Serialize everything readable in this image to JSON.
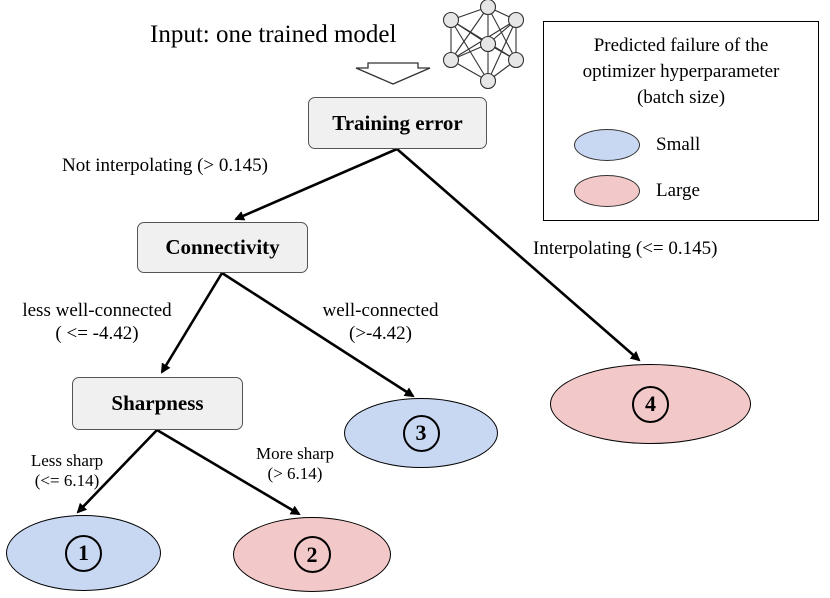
{
  "input": {
    "text": "Input: one trained model",
    "icon": "neural-network-icon"
  },
  "nodes": {
    "training_error": "Training error",
    "connectivity": "Connectivity",
    "sharpness": "Sharpness"
  },
  "edges": {
    "not_interpolating": "Not interpolating (> 0.145)",
    "interpolating": "Interpolating (<= 0.145)",
    "less_connected_line1": "less well-connected",
    "less_connected_line2": "( <= -4.42)",
    "well_connected_line1": "well-connected",
    "well_connected_line2": "(>-4.42)",
    "less_sharp_line1": "Less sharp",
    "less_sharp_line2": "(<= 6.14)",
    "more_sharp_line1": "More sharp",
    "more_sharp_line2": "(> 6.14)"
  },
  "leaves": [
    {
      "label": "1",
      "failure": "Small"
    },
    {
      "label": "2",
      "failure": "Large"
    },
    {
      "label": "3",
      "failure": "Small"
    },
    {
      "label": "4",
      "failure": "Large"
    }
  ],
  "legend": {
    "title_line1": "Predicted failure of the",
    "title_line2": "optimizer hyperparameter",
    "title_line3": "(batch size)",
    "items": [
      {
        "label": "Small",
        "color": "#c9d8f2"
      },
      {
        "label": "Large",
        "color": "#f2c8c8"
      }
    ]
  },
  "colors": {
    "small": "#c9d8f2",
    "large": "#f2c8c8",
    "node_fill": "#f0f0f0"
  }
}
